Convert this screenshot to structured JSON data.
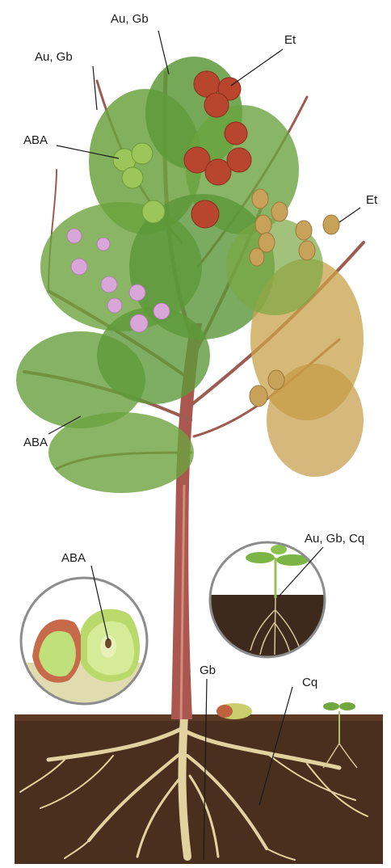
{
  "labels": {
    "au_gb_top": "Au, Gb",
    "au_gb_left": "Au, Gb",
    "et_top": "Et",
    "aba_upper": "ABA",
    "et_right": "Et",
    "aba_lower": "ABA",
    "au_gb_cq_seedling": "Au, Gb, Cq",
    "aba_fruit": "ABA",
    "gb_root": "Gb",
    "cq_root": "Cq"
  },
  "colors": {
    "leaf": "#5e9a3a",
    "leaf_dark": "#3f7a2a",
    "leaf_yellow": "#c9a24a",
    "trunk": "#a9574f",
    "apple_red": "#b8452e",
    "apple_green": "#9cc65a",
    "walnut": "#c8a15a",
    "flower": "#d8a6d8",
    "soil": "#4a2e1e",
    "root": "#e8d6a8",
    "circle_stroke": "#8c8c8c"
  }
}
